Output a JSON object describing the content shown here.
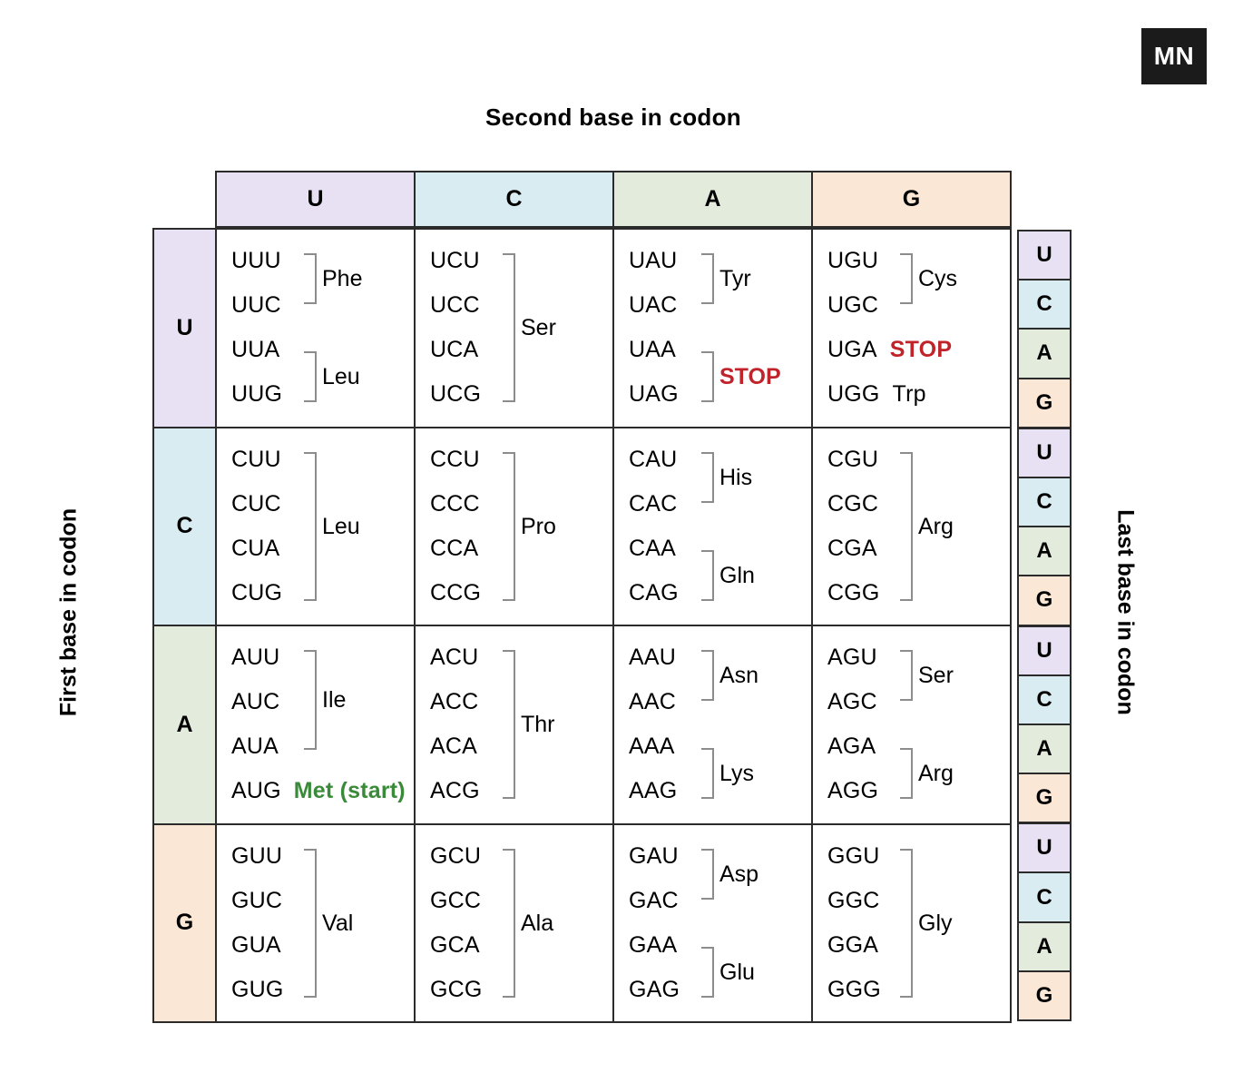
{
  "logo": {
    "text": "MN"
  },
  "labels": {
    "top": "Second base in codon",
    "left": "First base in codon",
    "right": "Last base in codon"
  },
  "colors": {
    "U": "#e7e1f3",
    "C": "#d9ecf1",
    "A": "#e3ecdc",
    "G": "#fbe7d5",
    "stop": "#c0242a",
    "start": "#3a8a3a",
    "bracket": "#8c8c8c",
    "border": "#2b2b2b",
    "logo_bg": "#1b1b1b"
  },
  "column_headers": [
    "U",
    "C",
    "A",
    "G"
  ],
  "row_headers": [
    "U",
    "C",
    "A",
    "G"
  ],
  "last_base_column": [
    "U",
    "C",
    "A",
    "G",
    "U",
    "C",
    "A",
    "G",
    "U",
    "C",
    "A",
    "G",
    "U",
    "C",
    "A",
    "G"
  ],
  "chart_data": {
    "type": "table",
    "title": "Genetic code (RNA codon table)",
    "xlabel": "Second base in codon",
    "ylabel": "First base in codon",
    "zlabel": "Last base in codon",
    "categories_x": [
      "U",
      "C",
      "A",
      "G"
    ],
    "categories_y": [
      "U",
      "C",
      "A",
      "G"
    ],
    "categories_z": [
      "U",
      "C",
      "A",
      "G"
    ],
    "cells": [
      {
        "first": "U",
        "second": "U",
        "codons": [
          "UUU",
          "UUC",
          "UUA",
          "UUG"
        ],
        "groups": [
          {
            "label": "Phe",
            "codons": [
              "UUU",
              "UUC"
            ],
            "span": [
              0,
              1
            ],
            "kind": "amino"
          },
          {
            "label": "Leu",
            "codons": [
              "UUA",
              "UUG"
            ],
            "span": [
              2,
              3
            ],
            "kind": "amino"
          }
        ]
      },
      {
        "first": "U",
        "second": "C",
        "codons": [
          "UCU",
          "UCC",
          "UCA",
          "UCG"
        ],
        "groups": [
          {
            "label": "Ser",
            "codons": [
              "UCU",
              "UCC",
              "UCA",
              "UCG"
            ],
            "span": [
              0,
              3
            ],
            "kind": "amino"
          }
        ]
      },
      {
        "first": "U",
        "second": "A",
        "codons": [
          "UAU",
          "UAC",
          "UAA",
          "UAG"
        ],
        "groups": [
          {
            "label": "Tyr",
            "codons": [
              "UAU",
              "UAC"
            ],
            "span": [
              0,
              1
            ],
            "kind": "amino"
          },
          {
            "label": "STOP",
            "codons": [
              "UAA",
              "UAG"
            ],
            "span": [
              2,
              3
            ],
            "kind": "stop"
          }
        ]
      },
      {
        "first": "U",
        "second": "G",
        "codons": [
          "UGU",
          "UGC",
          "UGA",
          "UGG"
        ],
        "groups": [
          {
            "label": "Cys",
            "codons": [
              "UGU",
              "UGC"
            ],
            "span": [
              0,
              1
            ],
            "kind": "amino"
          }
        ],
        "inline": [
          {
            "index": 2,
            "label": "STOP",
            "kind": "stop"
          },
          {
            "index": 3,
            "label": "Trp",
            "kind": "amino"
          }
        ]
      },
      {
        "first": "C",
        "second": "U",
        "codons": [
          "CUU",
          "CUC",
          "CUA",
          "CUG"
        ],
        "groups": [
          {
            "label": "Leu",
            "codons": [
              "CUU",
              "CUC",
              "CUA",
              "CUG"
            ],
            "span": [
              0,
              3
            ],
            "kind": "amino"
          }
        ]
      },
      {
        "first": "C",
        "second": "C",
        "codons": [
          "CCU",
          "CCC",
          "CCA",
          "CCG"
        ],
        "groups": [
          {
            "label": "Pro",
            "codons": [
              "CCU",
              "CCC",
              "CCA",
              "CCG"
            ],
            "span": [
              0,
              3
            ],
            "kind": "amino"
          }
        ]
      },
      {
        "first": "C",
        "second": "A",
        "codons": [
          "CAU",
          "CAC",
          "CAA",
          "CAG"
        ],
        "groups": [
          {
            "label": "His",
            "codons": [
              "CAU",
              "CAC"
            ],
            "span": [
              0,
              1
            ],
            "kind": "amino"
          },
          {
            "label": "Gln",
            "codons": [
              "CAA",
              "CAG"
            ],
            "span": [
              2,
              3
            ],
            "kind": "amino"
          }
        ]
      },
      {
        "first": "C",
        "second": "G",
        "codons": [
          "CGU",
          "CGC",
          "CGA",
          "CGG"
        ],
        "groups": [
          {
            "label": "Arg",
            "codons": [
              "CGU",
              "CGC",
              "CGA",
              "CGG"
            ],
            "span": [
              0,
              3
            ],
            "kind": "amino"
          }
        ]
      },
      {
        "first": "A",
        "second": "U",
        "codons": [
          "AUU",
          "AUC",
          "AUA",
          "AUG"
        ],
        "groups": [
          {
            "label": "Ile",
            "codons": [
              "AUU",
              "AUC",
              "AUA"
            ],
            "span": [
              0,
              2
            ],
            "kind": "amino"
          }
        ],
        "inline": [
          {
            "index": 3,
            "label": "Met (start)",
            "kind": "start"
          }
        ]
      },
      {
        "first": "A",
        "second": "C",
        "codons": [
          "ACU",
          "ACC",
          "ACA",
          "ACG"
        ],
        "groups": [
          {
            "label": "Thr",
            "codons": [
              "ACU",
              "ACC",
              "ACA",
              "ACG"
            ],
            "span": [
              0,
              3
            ],
            "kind": "amino"
          }
        ]
      },
      {
        "first": "A",
        "second": "A",
        "codons": [
          "AAU",
          "AAC",
          "AAA",
          "AAG"
        ],
        "groups": [
          {
            "label": "Asn",
            "codons": [
              "AAU",
              "AAC"
            ],
            "span": [
              0,
              1
            ],
            "kind": "amino"
          },
          {
            "label": "Lys",
            "codons": [
              "AAA",
              "AAG"
            ],
            "span": [
              2,
              3
            ],
            "kind": "amino"
          }
        ]
      },
      {
        "first": "A",
        "second": "G",
        "codons": [
          "AGU",
          "AGC",
          "AGA",
          "AGG"
        ],
        "groups": [
          {
            "label": "Ser",
            "codons": [
              "AGU",
              "AGC"
            ],
            "span": [
              0,
              1
            ],
            "kind": "amino"
          },
          {
            "label": "Arg",
            "codons": [
              "AGA",
              "AGG"
            ],
            "span": [
              2,
              3
            ],
            "kind": "amino"
          }
        ]
      },
      {
        "first": "G",
        "second": "U",
        "codons": [
          "GUU",
          "GUC",
          "GUA",
          "GUG"
        ],
        "groups": [
          {
            "label": "Val",
            "codons": [
              "GUU",
              "GUC",
              "GUA",
              "GUG"
            ],
            "span": [
              0,
              3
            ],
            "kind": "amino"
          }
        ]
      },
      {
        "first": "G",
        "second": "C",
        "codons": [
          "GCU",
          "GCC",
          "GCA",
          "GCG"
        ],
        "groups": [
          {
            "label": "Ala",
            "codons": [
              "GCU",
              "GCC",
              "GCA",
              "GCG"
            ],
            "span": [
              0,
              3
            ],
            "kind": "amino"
          }
        ]
      },
      {
        "first": "G",
        "second": "A",
        "codons": [
          "GAU",
          "GAC",
          "GAA",
          "GAG"
        ],
        "groups": [
          {
            "label": "Asp",
            "codons": [
              "GAU",
              "GAC"
            ],
            "span": [
              0,
              1
            ],
            "kind": "amino"
          },
          {
            "label": "Glu",
            "codons": [
              "GAA",
              "GAG"
            ],
            "span": [
              2,
              3
            ],
            "kind": "amino"
          }
        ]
      },
      {
        "first": "G",
        "second": "G",
        "codons": [
          "GGU",
          "GGC",
          "GGA",
          "GGG"
        ],
        "groups": [
          {
            "label": "Gly",
            "codons": [
              "GGU",
              "GGC",
              "GGA",
              "GGG"
            ],
            "span": [
              0,
              3
            ],
            "kind": "amino"
          }
        ]
      }
    ]
  }
}
